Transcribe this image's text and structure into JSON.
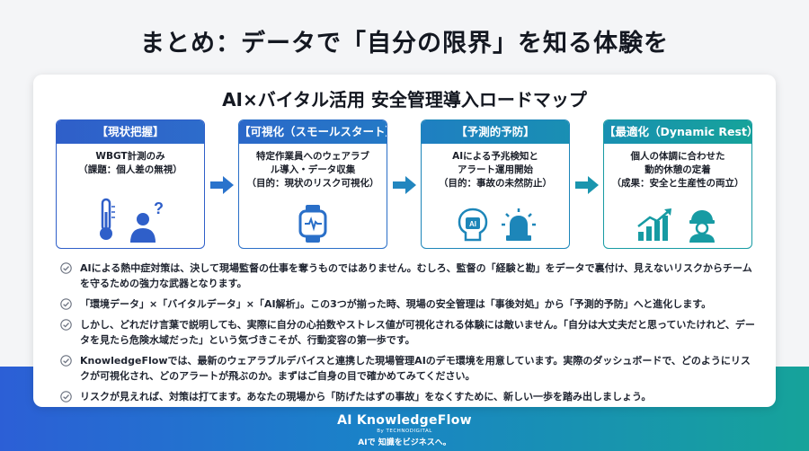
{
  "header": {
    "title": "まとめ：データで「自分の限界」を知る体験を"
  },
  "card": {
    "title": "AI×バイタル活用 安全管理導入ロードマップ"
  },
  "steps": [
    {
      "label": "【現状把握】",
      "line1": "WBGT計測のみ",
      "line2": "（課題：個人差の無視）",
      "line3": "",
      "icons": [
        "thermometer-icon",
        "person-question-icon"
      ]
    },
    {
      "label": "【可視化（スモールスタート）】",
      "line1": "特定作業員へのウェアラブ",
      "line2": "ル導入・データ収集",
      "line3": "（目的：現状のリスク可視化）",
      "icons": [
        "smartwatch-icon"
      ]
    },
    {
      "label": "【予測的予防】",
      "line1": "AIによる予兆検知と",
      "line2": "アラート運用開始",
      "line3": "（目的：事故の未然防止）",
      "icons": [
        "ai-brain-icon",
        "alarm-siren-icon"
      ]
    },
    {
      "label": "【最適化（Dynamic Rest）】",
      "line1": "個人の体調に合わせた",
      "line2": "動的休憩の定着",
      "line3": "（成果：安全と生産性の両立）",
      "icons": [
        "growth-chart-icon",
        "worker-helmet-icon"
      ]
    }
  ],
  "bullets": [
    "AIによる熱中症対策は、決して現場監督の仕事を奪うものではありません。むしろ、監督の「経験と勘」をデータで裏付け、見えないリスクからチームを守るための強力な武器となります。",
    "「環境データ」×「バイタルデータ」×「AI解析」。この3つが揃った時、現場の安全管理は「事後対処」から「予測的予防」へと進化します。",
    "しかし、どれだけ言葉で説明しても、実際に自分の心拍数やストレス値が可視化される体験には敵いません。「自分は大丈夫だと思っていたけれど、データを見たら危険水域だった」という気づきこそが、行動変容の第一歩です。",
    "KnowledgeFlowでは、最新のウェアラブルデバイスと連携した現場管理AIのデモ環境を用意しています。実際のダッシュボードで、どのようにリスクが可視化され、どのアラートが飛ぶのか。まずはご自身の目で確かめてみてください。",
    "リスクが見えれば、対策は打てます。あなたの現場から「防げたはずの事故」をなくすために、新しい一歩を踏み出しましょう。"
  ],
  "footer": {
    "brand": "AI KnowledgeFlow",
    "by": "By TECHNODIGITAL",
    "tagline": "AIで 知識をビジネスへ。"
  },
  "colors": {
    "blue": "#2f5fc9",
    "teal": "#16a39a",
    "check": "#6b7280"
  }
}
